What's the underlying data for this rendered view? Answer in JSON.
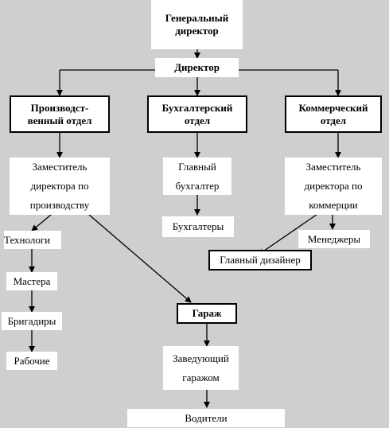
{
  "diagram": {
    "nodes": {
      "ceo": "Генеральный\nдиректор",
      "director": "Директор",
      "production_dept": "Производст-\nвенный отдел",
      "accounting_dept": "Бухгалтерский\nотдел",
      "commercial_dept": "Коммерческий\nотдел",
      "deputy_production": "Заместитель\nдиректора по\nпроизводству",
      "chief_accountant": "Главный\nбухгалтер",
      "deputy_commercial": "Заместитель\nдиректора по\nкоммерции",
      "accountants": "Бухгалтеры",
      "technologists": "Технологи",
      "managers": "Менеджеры",
      "chief_designer": "Главный дизайнер",
      "masters": "Мастера",
      "foremen": "Бригадиры",
      "garage": "Гараж",
      "workers": "Рабочие",
      "garage_head": "Заведующий\nгаражом",
      "drivers": "Водители"
    }
  },
  "colors": {
    "background": "#cfcfcf",
    "node_fill": "#ffffff",
    "line": "#000000"
  }
}
